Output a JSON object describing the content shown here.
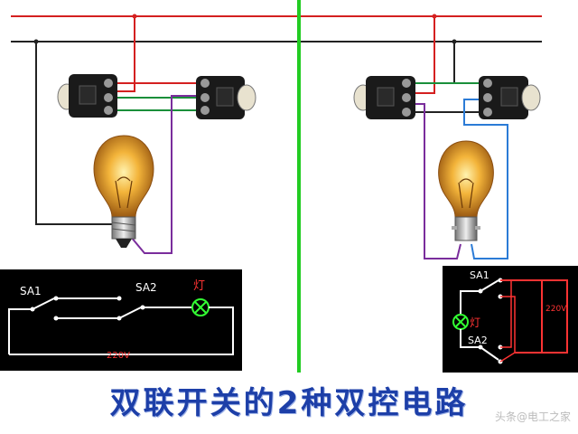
{
  "diagram": {
    "left_schematic": {
      "switch1_label": "SA1",
      "switch2_label": "SA2",
      "lamp_label": "灯",
      "voltage_label": "220V"
    },
    "right_schematic": {
      "switch1_label": "SA1",
      "switch2_label": "SA2",
      "lamp_label": "灯",
      "voltage_label": "220V"
    },
    "caption": "双联开关的2种双控电路",
    "watermark": "头条@电工之家"
  },
  "colors": {
    "live_wire": "#d42020",
    "neutral_wire": "#222222",
    "divider": "#22cc22",
    "traveler_wire": "#1a8f3a",
    "lamp_wire": "#7a2d9c",
    "blue_wire": "#2b7bd6",
    "schematic_bg": "#000000",
    "schematic_line": "#ffffff",
    "schematic_accent": "#ff3333"
  }
}
